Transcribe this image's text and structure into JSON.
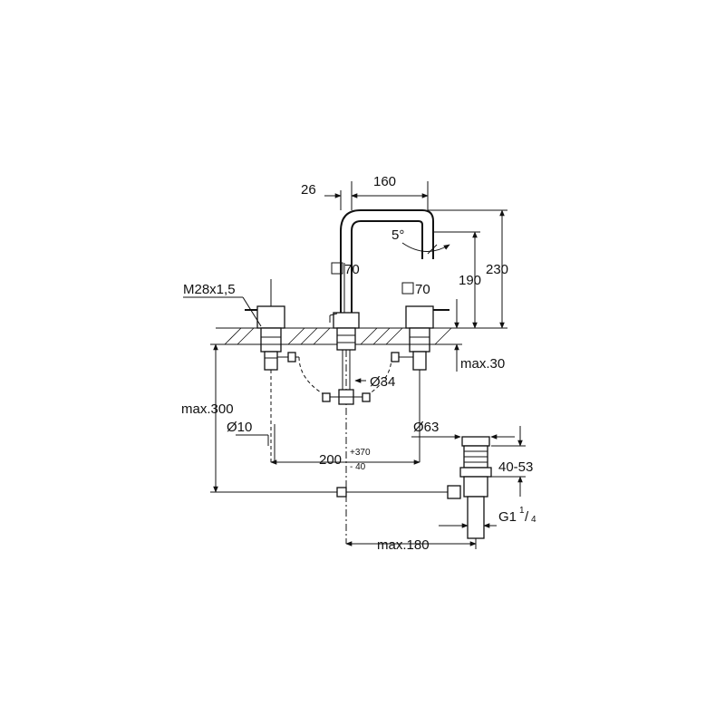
{
  "labels": {
    "dim_26": "26",
    "dim_160": "160",
    "angle_5": "5°",
    "sq70_spout": "70",
    "sq70_handle": "70",
    "thread": "M28x1,5",
    "dim_190": "190",
    "dim_230": "230",
    "max30": "max.30",
    "dia34": "Ø34",
    "max300": "max.300",
    "dia10": "Ø10",
    "dia63": "Ø63",
    "dim_200": "200",
    "tol_plus": "+370",
    "tol_minus": "- 40",
    "range_40_53": "40-53",
    "g1": "G1",
    "g1_num": "1",
    "g1_den": "4",
    "max180": "max.180"
  },
  "colors": {
    "ink": "#111111",
    "background": "#ffffff"
  },
  "icons": [
    "square-section-icon",
    "diameter-icon"
  ]
}
